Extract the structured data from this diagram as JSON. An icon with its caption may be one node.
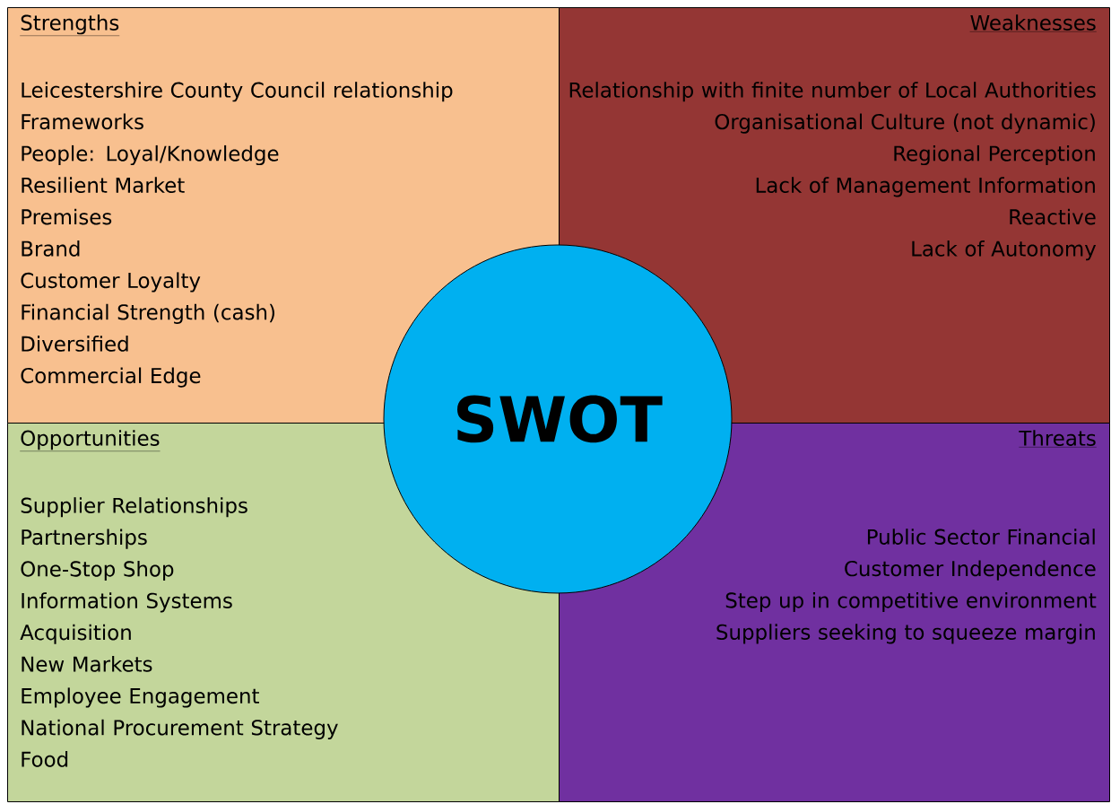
{
  "diagram": {
    "nodes": [
      {
        "text": [
          "Strengths",
          "Leicestershire County Council relationship",
          "Frameworks",
          "People: Loyal/Knowledge",
          "Resilient Market",
          "Premises",
          "Brand",
          "Customer Loyalty",
          "Financial Strength (cash)",
          "Diversified",
          "Commercial Edge"
        ]
      },
      {
        "text": [
          "Weaknesses",
          "Relationship with finite number of Local Authorities",
          "Organisational Culture (not dynamic)",
          "Regional Perception",
          "Lack of Management Information",
          "Reactive",
          "Lack of Autonomy"
        ]
      },
      {
        "text": [
          "Opportunities",
          "Supplier Relationships",
          "Partnerships",
          "One-Stop Shop",
          "Information Systems",
          "Acquisition",
          "New Markets",
          "Employee Engagement",
          "National Procurement Strategy",
          "Food"
        ]
      },
      {
        "text": [
          "Threats",
          "Public Sector Financial",
          "Customer Independence",
          "Step up in competitive environment",
          "Suppliers seeking to squeeze margin"
        ]
      },
      {
        "text": [
          "SWOT"
        ]
      }
    ]
  }
}
